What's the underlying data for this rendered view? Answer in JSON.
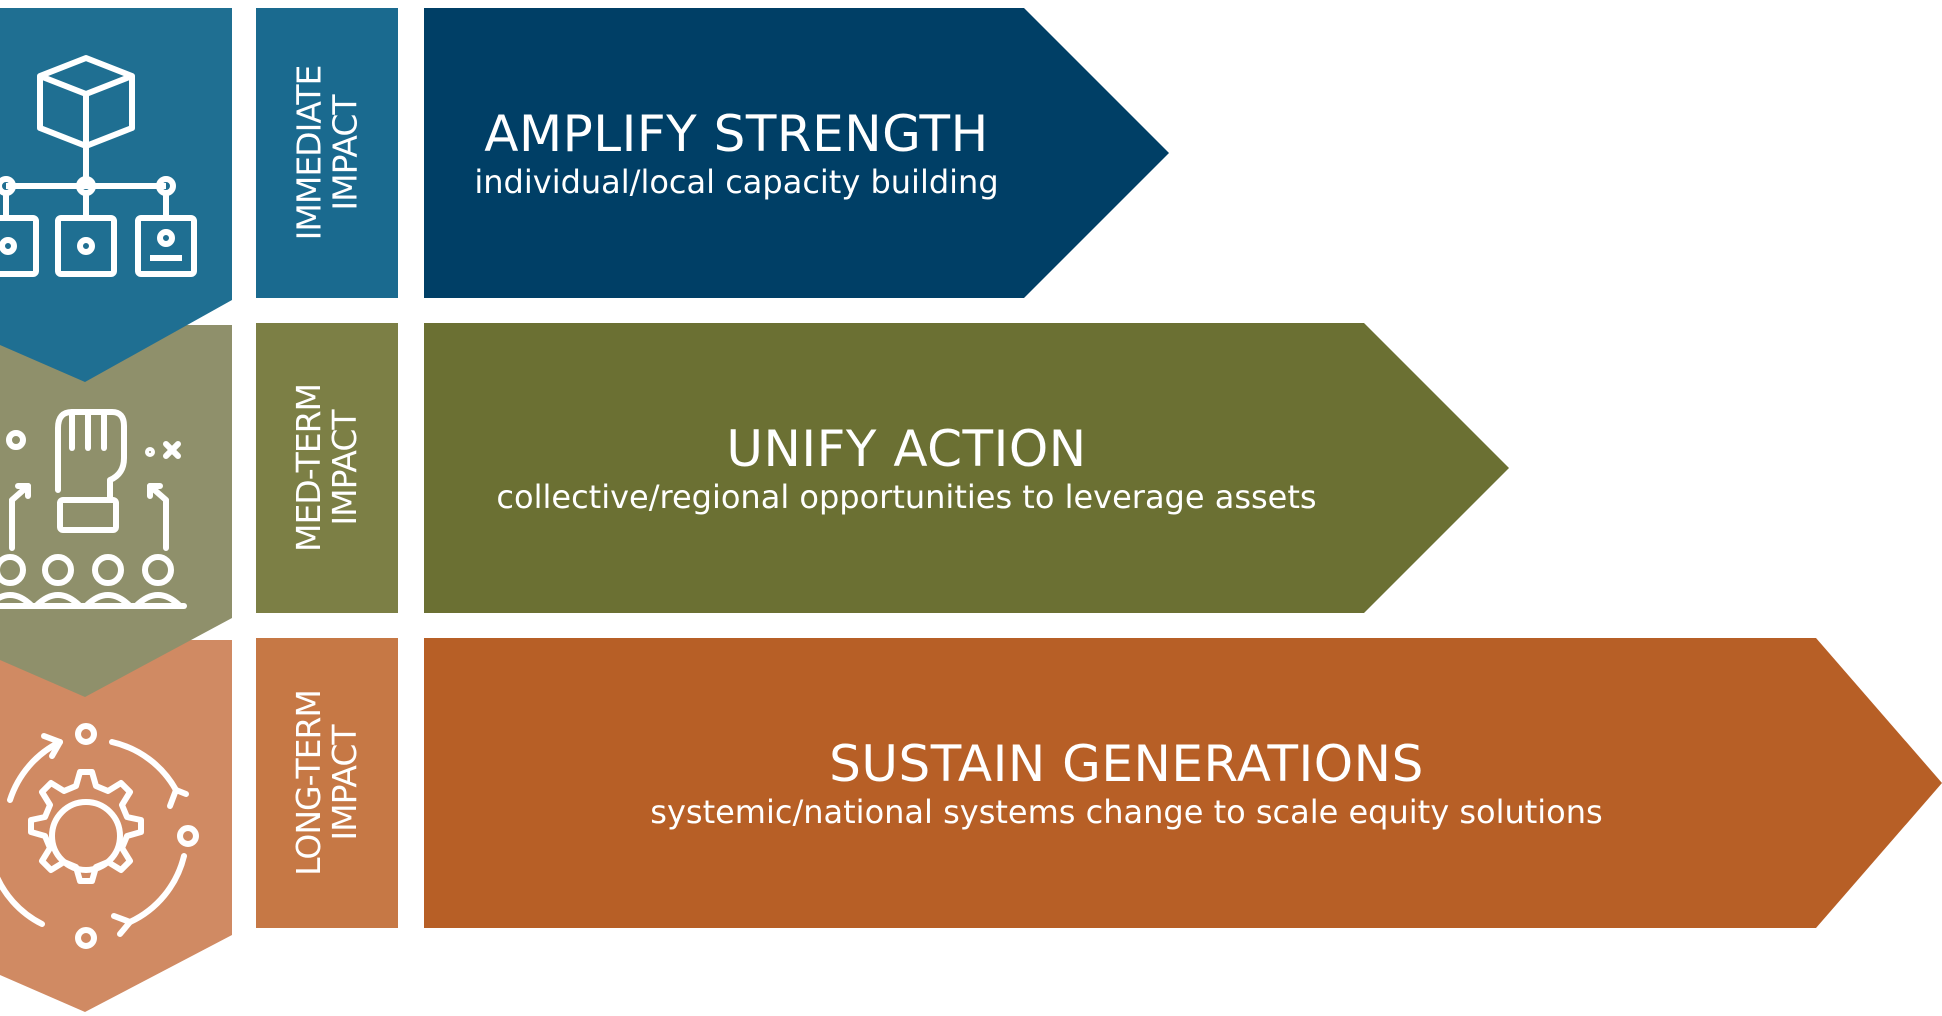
{
  "colors": {
    "tier1_dark": "#003f66",
    "tier1_mid": "#1a6a8f",
    "tier1_icon_bg": "#1f6f92",
    "tier2_dark": "#6b7033",
    "tier2_mid": "#7c7f45",
    "tier2_icon_bg": "#8f906b",
    "tier3_dark": "#b75f26",
    "tier3_mid": "#c67845",
    "tier3_icon_bg": "#d08a63"
  },
  "tiers": [
    {
      "label_line1": "IMMEDIATE",
      "label_line2": "IMPACT",
      "title": "AMPLIFY STRENGTH",
      "subtitle": "individual/local capacity building",
      "icon": "hierarchy-network-icon"
    },
    {
      "label_line1": "MED-TERM",
      "label_line2": "IMPACT",
      "title": "UNIFY ACTION",
      "subtitle": "collective/regional opportunities to leverage assets",
      "icon": "raised-fist-group-icon"
    },
    {
      "label_line1": "LONG-TERM",
      "label_line2": "IMPACT",
      "title": "SUSTAIN GENERATIONS",
      "subtitle": "systemic/national systems change to scale equity solutions",
      "icon": "gear-cycle-icon"
    }
  ]
}
